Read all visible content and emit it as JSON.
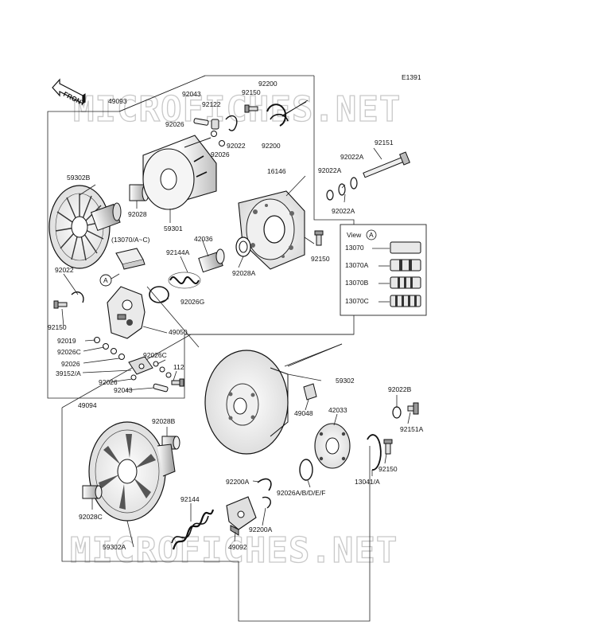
{
  "diagram_id": "E1391",
  "watermark": "MICROFICHES.NET",
  "front_label": "FRONT",
  "view_box": {
    "title": "View",
    "marker": "A",
    "rows": [
      "13070",
      "13070A",
      "13070B",
      "13070C"
    ]
  },
  "marker_a": "A",
  "assembly_labels": [
    "49093",
    "49094"
  ],
  "part_labels": {
    "p92043_top": "92043",
    "p92122": "92122",
    "p92150_top": "92150",
    "p92200_top": "92200",
    "p92200_bot": "92200",
    "p92026_a": "92026",
    "p92026_b": "92026",
    "p92022_top": "92022",
    "p92151": "92151",
    "p16146": "16146",
    "p92022A_1": "92022A",
    "p92022A_2": "92022A",
    "p92022A_3": "92022A",
    "p59302B": "59302B",
    "p92028": "92028",
    "p59301": "59301",
    "p13070AC": "(13070/A~C)",
    "p42036": "42036",
    "p92144A": "92144A",
    "p92028A": "92028A",
    "p92150_mid": "92150",
    "p92022_left": "92022",
    "p92150_left": "92150",
    "p92026G": "92026G",
    "p49050": "49050",
    "p92019": "92019",
    "p92026C_1": "92026C",
    "p92026C_2": "92026C",
    "p92026_c": "92026",
    "p39152A": "39152/A",
    "p92026_d": "92026",
    "p92043_bot": "92043",
    "p112": "112",
    "p59302": "59302",
    "p49048": "49048",
    "p92022B": "92022B",
    "p92151A": "92151A",
    "p92028B": "92028B",
    "p42033": "42033",
    "p92150_right": "92150",
    "p13041A": "13041/A",
    "p92028C": "92028C",
    "p92200A_1": "92200A",
    "p92200A_2": "92200A",
    "p92026ABDEF": "92026A/B/D/E/F",
    "p92144": "92144",
    "p59302A": "59302A",
    "p49092": "49092"
  }
}
